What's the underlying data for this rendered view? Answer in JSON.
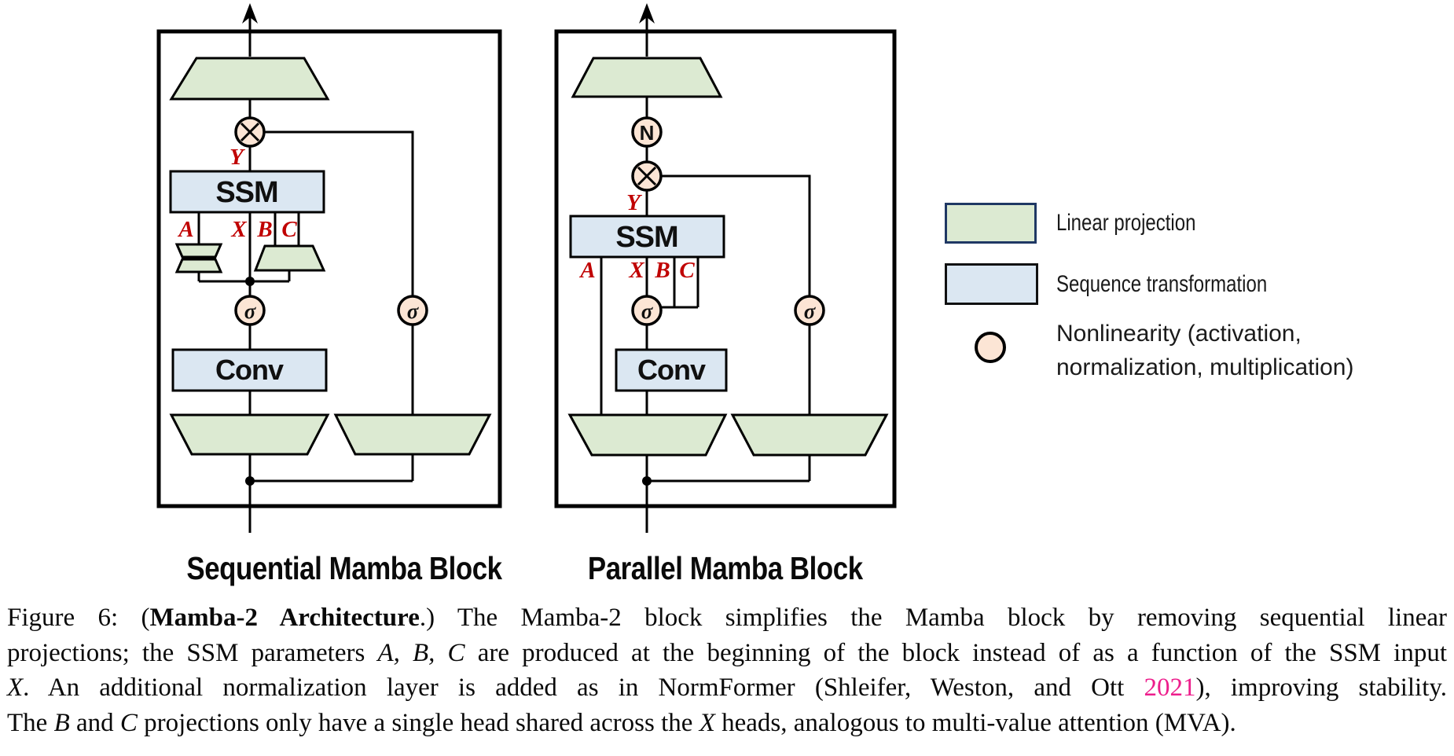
{
  "diagram": {
    "sequential": {
      "title": "Sequential Mamba Block",
      "ssm": "SSM",
      "conv": "Conv",
      "y": "Y",
      "a": "A",
      "x": "X",
      "b": "B",
      "c": "C",
      "sigma": "σ"
    },
    "parallel": {
      "title": "Parallel Mamba Block",
      "ssm": "SSM",
      "conv": "Conv",
      "norm": "N",
      "y": "Y",
      "a": "A",
      "x": "X",
      "b": "B",
      "c": "C",
      "sigma": "σ"
    },
    "legend": {
      "linear_projection": "Linear projection",
      "sequence_transformation": "Sequence transformation",
      "nonlinearity_line1": "Nonlinearity (activation,",
      "nonlinearity_line2": "normalization, multiplication)"
    },
    "colors": {
      "linear_projection_fill": "#dcead2",
      "sequence_transformation_fill": "#dbe7f2",
      "nonlinearity_fill": "#fce5d5",
      "legend_linear_border": "#1f3864",
      "param_label": "#c00000",
      "citation": "#ed1e8c",
      "line": "#000000"
    }
  },
  "caption": {
    "lines": [
      {
        "segs": [
          {
            "style": "normal",
            "text": "Figure 6: ("
          },
          {
            "style": "bold",
            "text": "Mamba-2 Architecture"
          },
          {
            "style": "normal",
            "text": ".)  The Mamba-2 block simplifies the Mamba block by removing sequential linear"
          }
        ]
      },
      {
        "segs": [
          {
            "style": "normal",
            "text": "projections; the SSM parameters "
          },
          {
            "style": "italic",
            "text": "A, B, C"
          },
          {
            "style": "normal",
            "text": " are produced at the beginning of the block instead of as a function of the SSM input"
          }
        ]
      },
      {
        "segs": [
          {
            "style": "italic",
            "text": "X"
          },
          {
            "style": "normal",
            "text": ".  An additional normalization layer is added as in NormFormer (Shleifer, Weston, and Ott "
          },
          {
            "style": "pink",
            "text": "2021"
          },
          {
            "style": "normal",
            "text": "), improving stability."
          }
        ]
      },
      {
        "segs": [
          {
            "style": "normal",
            "text": "The "
          },
          {
            "style": "italic",
            "text": "B"
          },
          {
            "style": "normal",
            "text": " and "
          },
          {
            "style": "italic",
            "text": "C"
          },
          {
            "style": "normal",
            "text": " projections only have a single head shared across the "
          },
          {
            "style": "italic",
            "text": "X"
          },
          {
            "style": "normal",
            "text": " heads, analogous to multi-value attention (MVA)."
          }
        ]
      }
    ]
  }
}
